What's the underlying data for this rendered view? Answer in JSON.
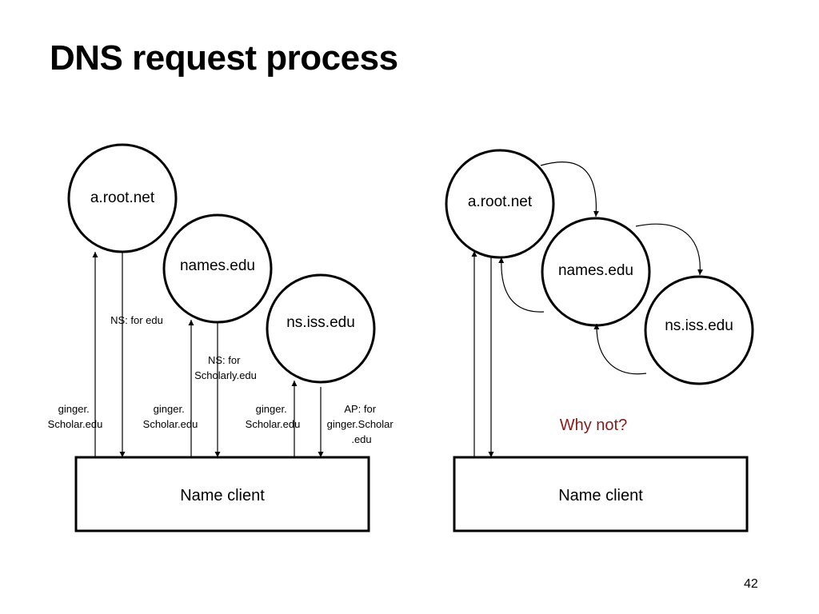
{
  "slide": {
    "title": "DNS request process",
    "page_number": "42"
  },
  "left": {
    "servers": [
      "a.root.net",
      "names.edu",
      "ns.iss.edu"
    ],
    "client": "Name client",
    "labels": {
      "req1": [
        "ginger.",
        "Scholar.edu"
      ],
      "resp1": [
        "NS: for edu"
      ],
      "req2": [
        "ginger.",
        "Scholar.edu"
      ],
      "resp2": [
        "NS: for",
        "Scholarly.edu"
      ],
      "req3": [
        "ginger.",
        "Scholar.edu"
      ],
      "resp3": [
        "AP: for",
        "ginger.Scholar",
        ".edu"
      ]
    }
  },
  "right": {
    "servers": [
      "a.root.net",
      "names.edu",
      "ns.iss.edu"
    ],
    "client": "Name client",
    "question": "Why not?"
  }
}
